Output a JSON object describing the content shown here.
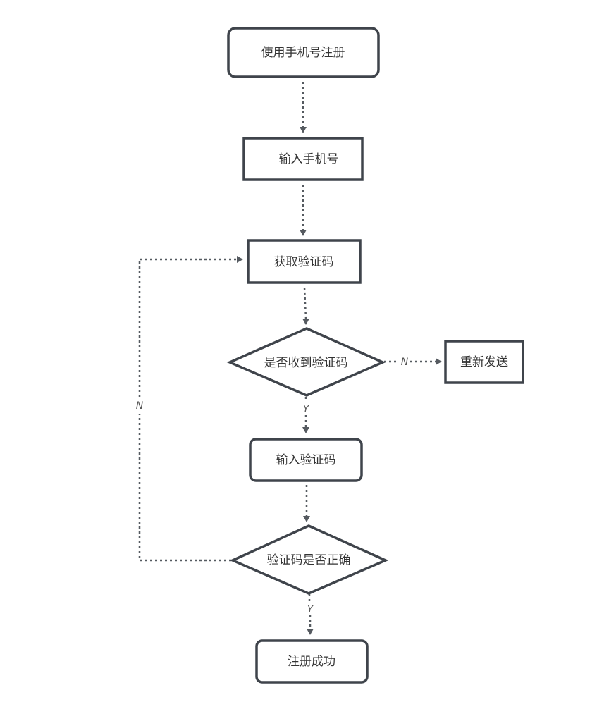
{
  "nodes": {
    "register_by_phone": "使用手机号注册",
    "enter_phone": "输入手机号",
    "get_code": "获取验证码",
    "code_received": "是否收到验证码",
    "resend": "重新发送",
    "enter_code": "输入验证码",
    "code_correct": "验证码是否正确",
    "register_success": "注册成功"
  },
  "edge_labels": {
    "received_no": "N",
    "received_yes": "Y",
    "correct_no": "N",
    "correct_yes": "Y"
  },
  "colors": {
    "stroke": "#3f444b",
    "edge": "#555a60",
    "text": "#333333"
  }
}
